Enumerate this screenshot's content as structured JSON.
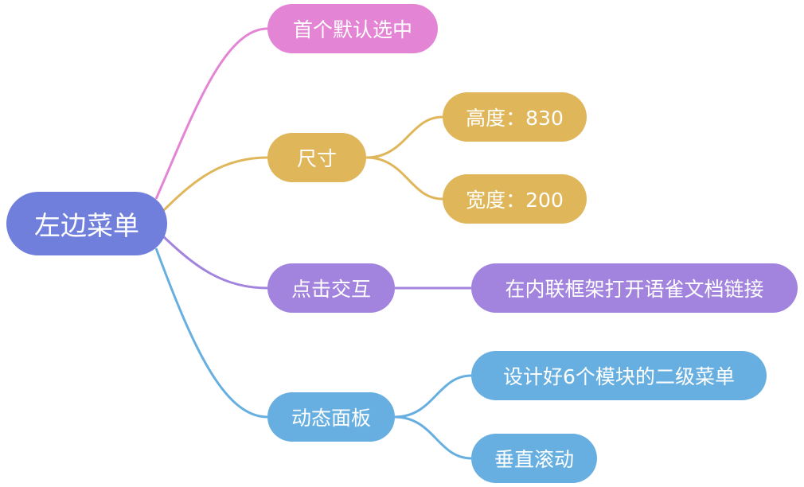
{
  "root": {
    "label": "左边菜单",
    "color": "#6f7fdb"
  },
  "branches": [
    {
      "id": "default",
      "label": "首个默认选中",
      "color": "#e384d4",
      "children": []
    },
    {
      "id": "size",
      "label": "尺寸",
      "color": "#dfb75a",
      "children": [
        {
          "label": "高度：830"
        },
        {
          "label": "宽度：200"
        }
      ]
    },
    {
      "id": "click",
      "label": "点击交互",
      "color": "#a283dd",
      "children": [
        {
          "label": "在内联框架打开语雀文档链接"
        }
      ]
    },
    {
      "id": "panel",
      "label": "动态面板",
      "color": "#67afe0",
      "children": [
        {
          "label": "设计好6个模块的二级菜单"
        },
        {
          "label": "垂直滚动"
        }
      ]
    }
  ]
}
